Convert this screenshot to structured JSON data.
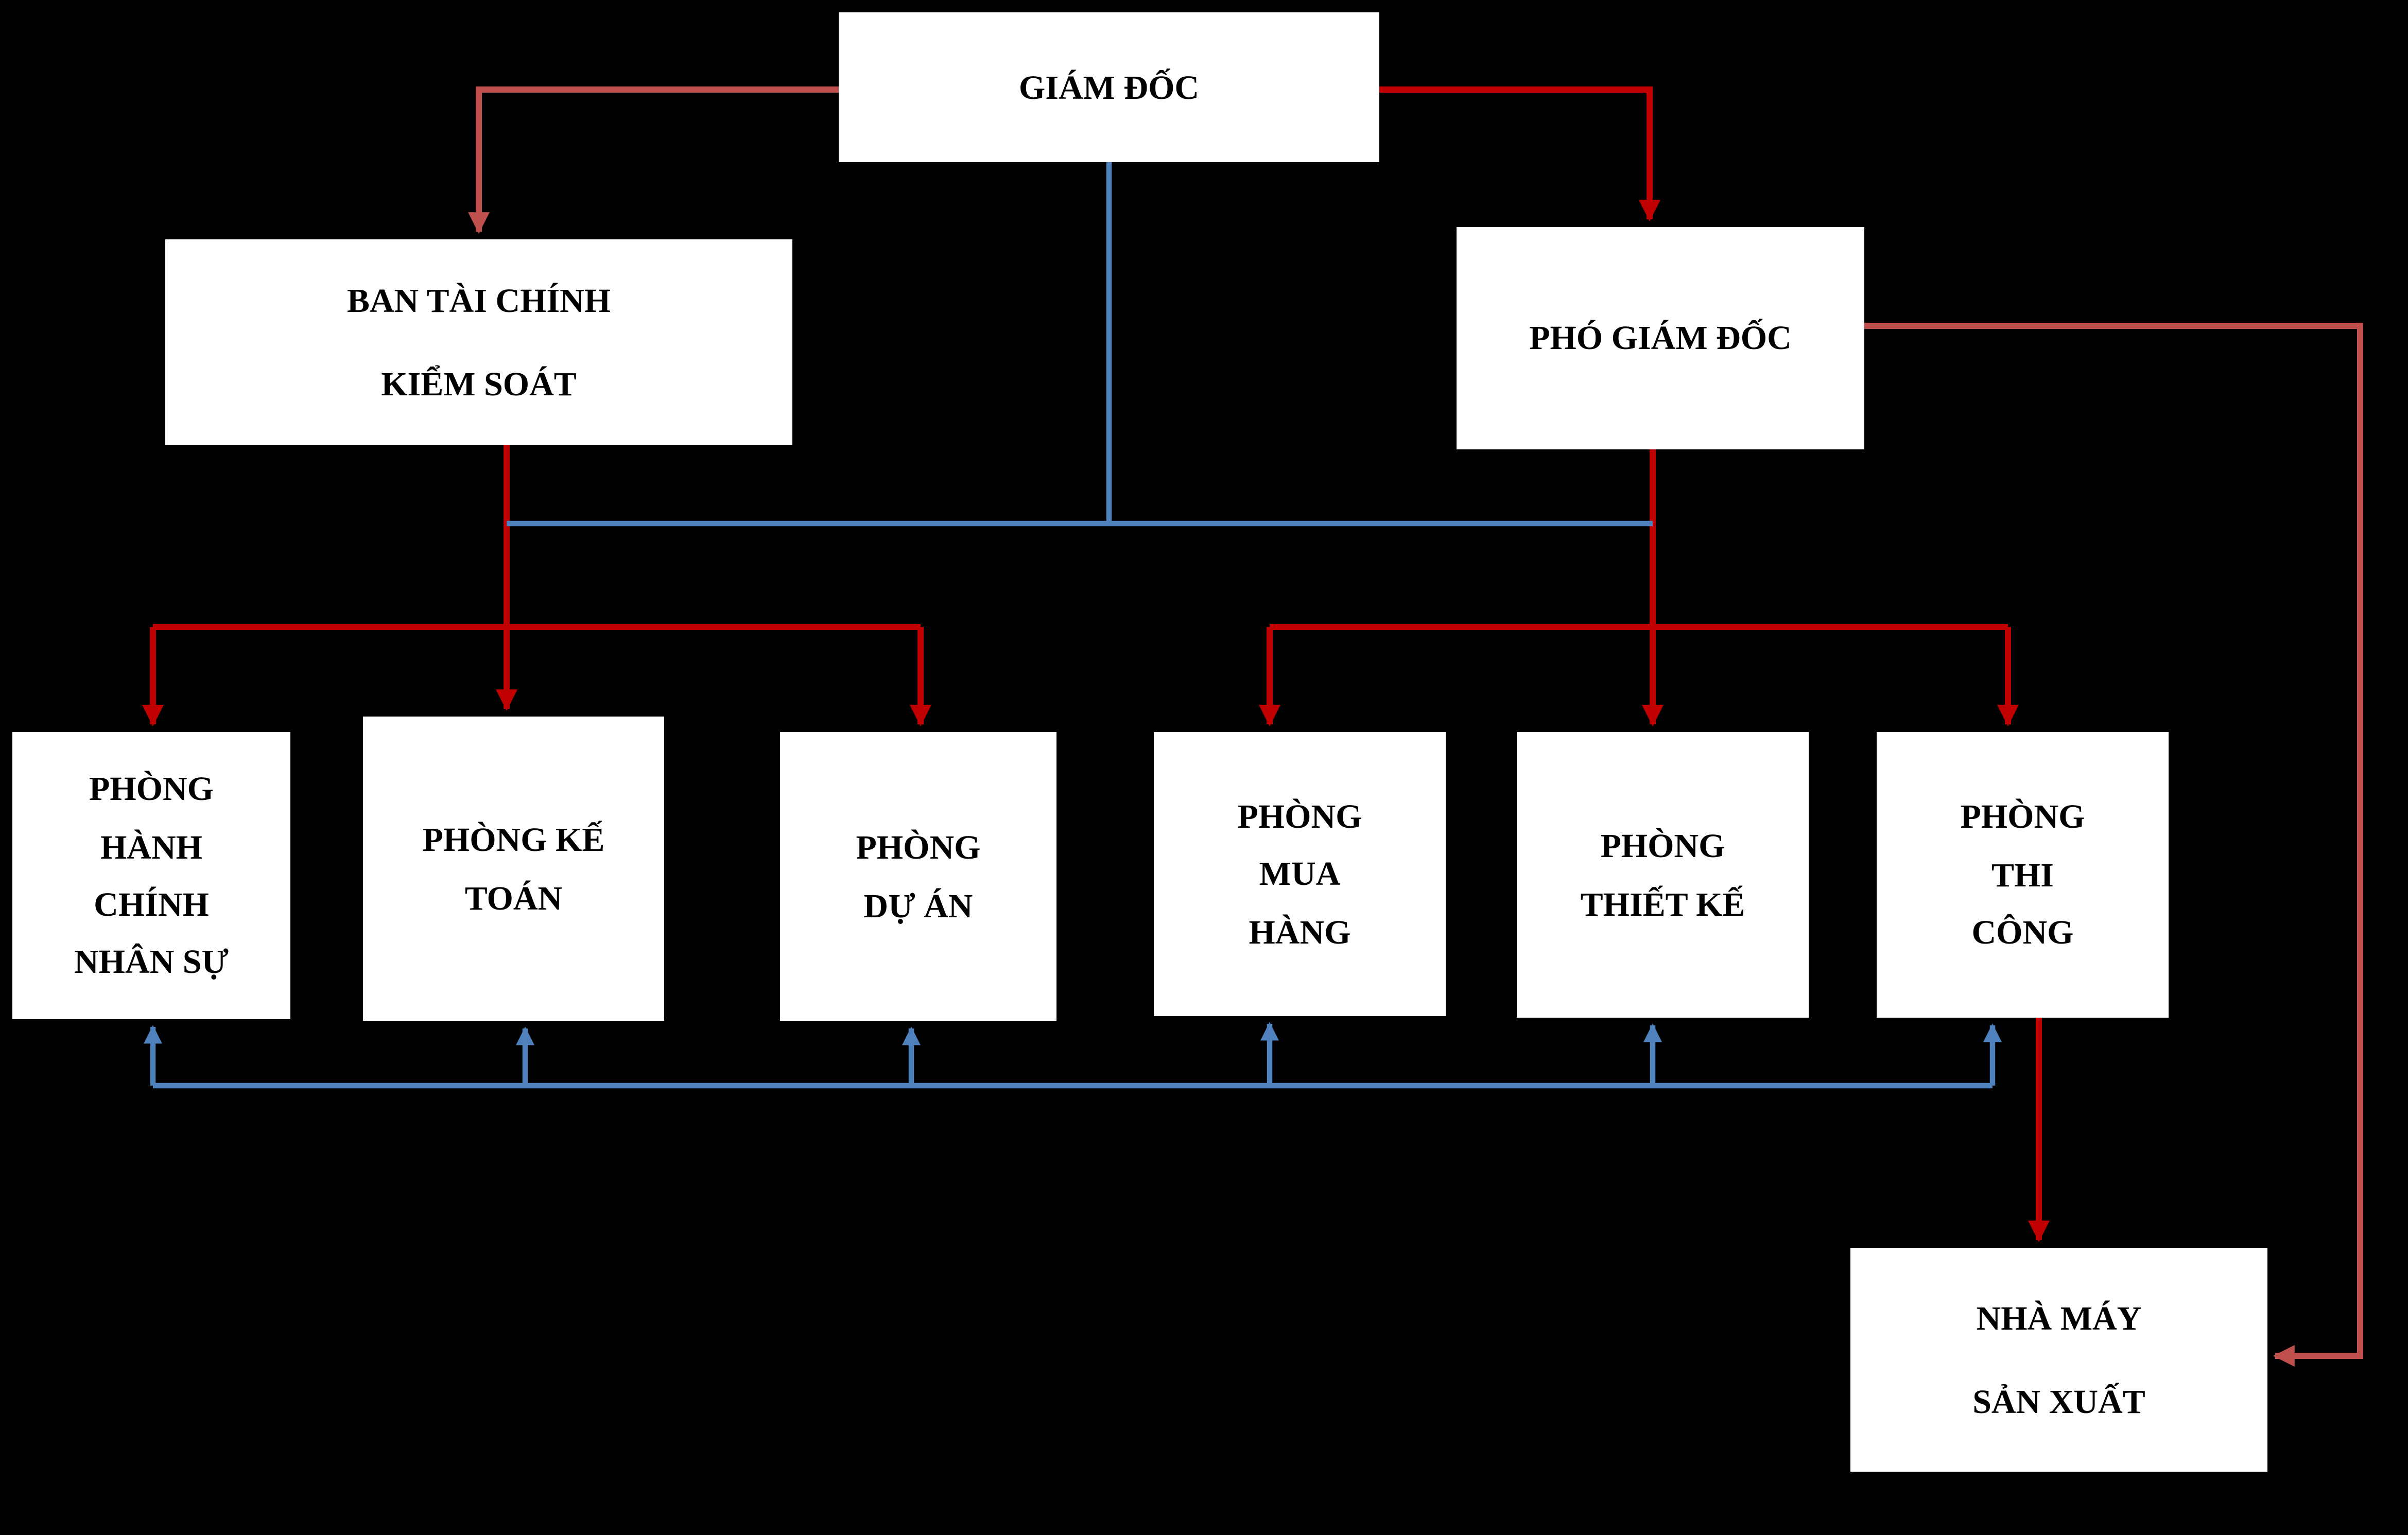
{
  "diagram": {
    "type": "organization-chart",
    "language": "vi",
    "colors": {
      "background": "#000000",
      "box_fill": "#FFFFFF",
      "text": "#000000",
      "command_red": "#C00000",
      "command_red_muted": "#C0504D",
      "coordination_blue": "#4F81BD"
    },
    "nodes": {
      "giam_doc": {
        "label": "GIÁM ĐỐC"
      },
      "ban_tai_chinh_kiem_soat": {
        "label": "BAN TÀI CHÍNH\nKIỂM SOÁT"
      },
      "pho_giam_doc": {
        "label": "PHÓ GIÁM ĐỐC"
      },
      "phong_hanh_chinh_nhan_su": {
        "label": "PHÒNG\nHÀNH\nCHÍNH\nNHÂN SỰ"
      },
      "phong_ke_toan": {
        "label": "PHÒNG KẾ\nTOÁN"
      },
      "phong_du_an": {
        "label": "PHÒNG\nDỰ ÁN"
      },
      "phong_mua_hang": {
        "label": "PHÒNG\nMUA\nHÀNG"
      },
      "phong_thiet_ke": {
        "label": "PHÒNG\nTHIẾT KẾ"
      },
      "phong_thi_cong": {
        "label": "PHÒNG\nTHI\nCÔNG"
      },
      "nha_may_san_xuat": {
        "label": "NHÀ MÁY\nSẢN XUẤT"
      }
    },
    "edges": {
      "command": [
        {
          "from": "giam_doc",
          "to": "ban_tai_chinh_kiem_soat",
          "color": "#C0504D"
        },
        {
          "from": "giam_doc",
          "to": "pho_giam_doc",
          "color": "#C00000"
        },
        {
          "from": "ban_tai_chinh_kiem_soat",
          "to": "phong_hanh_chinh_nhan_su",
          "color": "#C00000"
        },
        {
          "from": "ban_tai_chinh_kiem_soat",
          "to": "phong_ke_toan",
          "color": "#C00000"
        },
        {
          "from": "ban_tai_chinh_kiem_soat",
          "to": "phong_du_an",
          "color": "#C00000"
        },
        {
          "from": "pho_giam_doc",
          "to": "phong_mua_hang",
          "color": "#C00000"
        },
        {
          "from": "pho_giam_doc",
          "to": "phong_thiet_ke",
          "color": "#C00000"
        },
        {
          "from": "pho_giam_doc",
          "to": "phong_thi_cong",
          "color": "#C00000"
        },
        {
          "from": "phong_thi_cong",
          "to": "nha_may_san_xuat",
          "color": "#C00000"
        },
        {
          "from": "pho_giam_doc",
          "to": "nha_may_san_xuat",
          "color": "#C0504D"
        }
      ],
      "coordination": [
        {
          "between": [
            "ban_tai_chinh_kiem_soat",
            "giam_doc",
            "pho_giam_doc"
          ],
          "color": "#4F81BD"
        },
        {
          "between": [
            "phong_hanh_chinh_nhan_su",
            "phong_ke_toan",
            "phong_du_an",
            "phong_mua_hang",
            "phong_thiet_ke",
            "phong_thi_cong"
          ],
          "color": "#4F81BD"
        }
      ]
    }
  }
}
